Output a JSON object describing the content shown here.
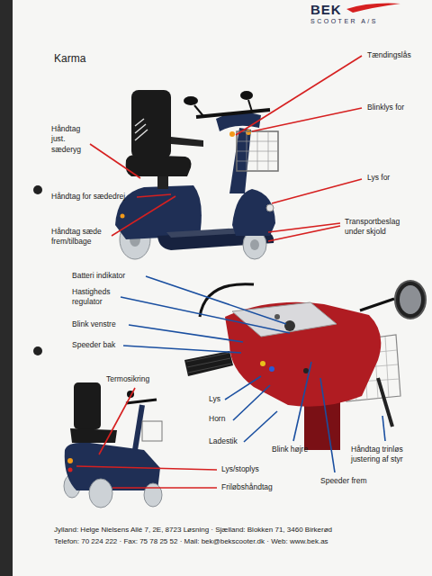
{
  "diagram": {
    "title": "Karma",
    "labels": [
      "BEK",
      "SCOOTER A/S",
      "Tændingslås",
      "Blinklys for",
      "Håndtag just. sæderyg",
      "Håndtag for sædedrej",
      "Lys for",
      "Transportbeslag under skjold",
      "Håndtag sæde frem/tilbage",
      "Batteri indikator",
      "Hastigheds regulator",
      "Blink venstre",
      "Speeder bak",
      "Termosikring",
      "Lys",
      "Horn",
      "Ladestik",
      "Blink højre",
      "Speeder frem",
      "Håndtag trinløs justering af styr",
      "Lys/stoplys",
      "Friløbshåndtag",
      "Jylland: Helge Nielsens Allé 7, 2E, 8723 Løsning · Sjælland: Blokken 71, 3460 Birkerød",
      "Telefon: 70 224 222 · Fax: 75 78 25 52 · Mail: bek@bekscooter.dk · Web: www.bek.as"
    ]
  }
}
